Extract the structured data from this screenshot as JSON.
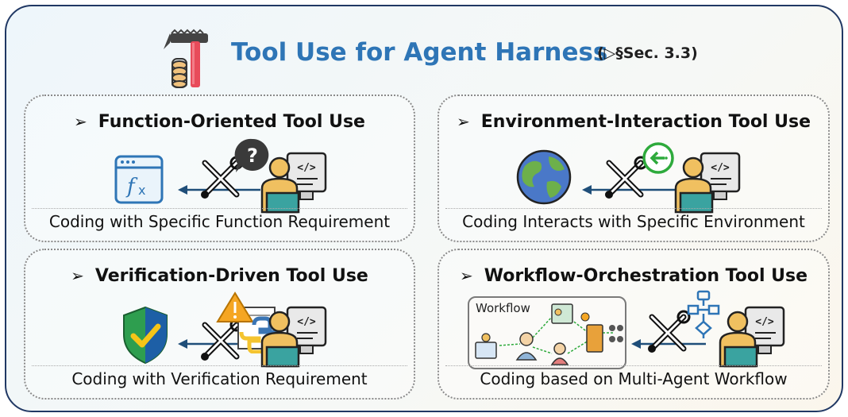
{
  "header": {
    "title": "Tool Use for Agent Harness",
    "section_ref": "(▷§Sec. 3.3)"
  },
  "panels": [
    {
      "heading": "Function-Oriented Tool Use",
      "caption": "Coding with Specific Function Requirement",
      "badge_icon": "question-mark-icon",
      "target_icon": "function-window-icon"
    },
    {
      "heading": "Environment-Interaction Tool Use",
      "caption": "Coding Interacts with Specific Environment",
      "badge_icon": "arrow-left-circle-icon",
      "target_icon": "globe-icon"
    },
    {
      "heading": "Verification-Driven Tool Use",
      "caption": "Coding with Verification Requirement",
      "badge_icon": "warning-document-icon",
      "target_icon": "shield-check-icon"
    },
    {
      "heading": "Workflow-Orchestration Tool Use",
      "caption": "Coding based on Multi-Agent Workflow",
      "badge_icon": "flowchart-icon",
      "target_icon": "multi-agent-workflow-icon",
      "workflow_label": "Workflow"
    }
  ],
  "bullet": "➢",
  "colors": {
    "title": "#2e75b6",
    "frame": "#203864",
    "arrow": "#1f4e79",
    "person": "#f0c060",
    "desk": "#3aa3a0"
  }
}
